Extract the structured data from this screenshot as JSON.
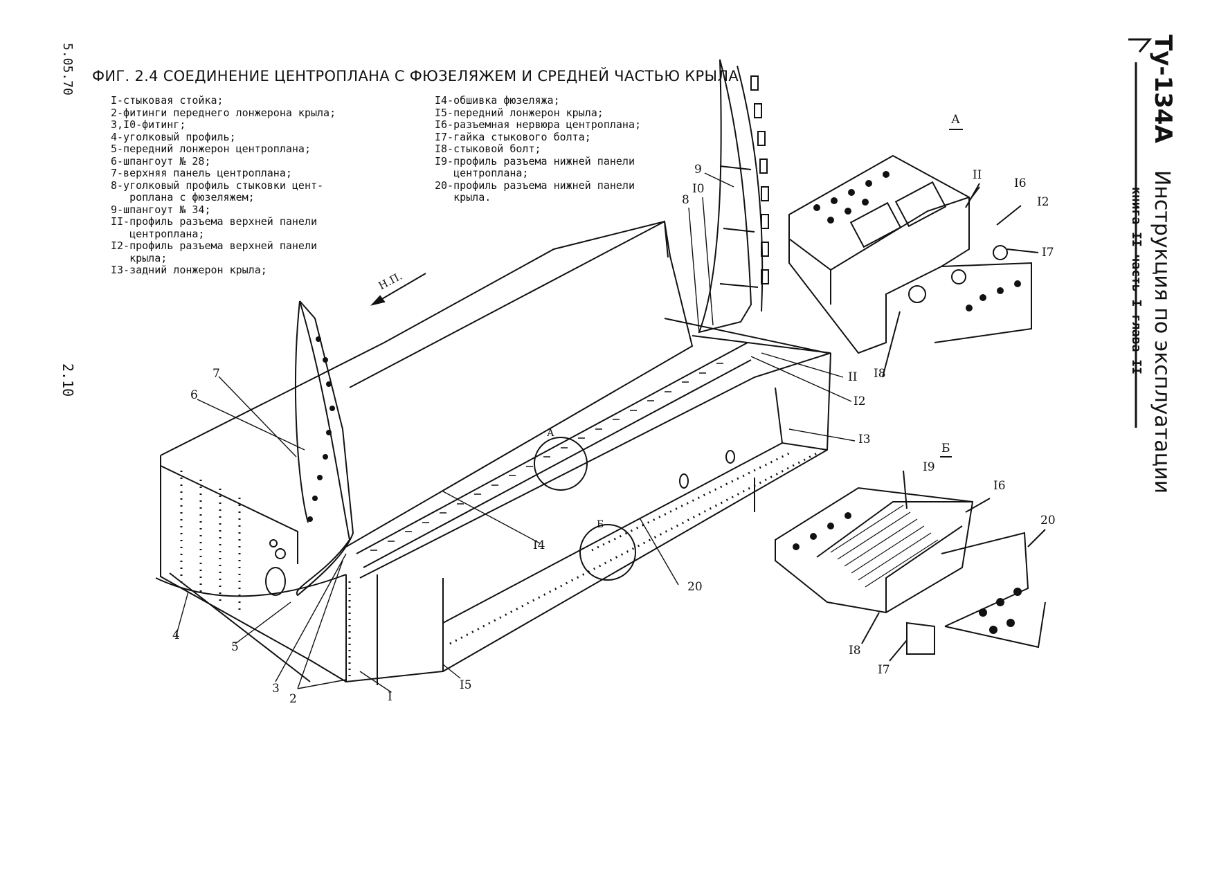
{
  "page": {
    "margin_date": "5.05.70",
    "page_number": "2.10",
    "title": "ФИГ. 2.4 СОЕДИНЕНИЕ ЦЕНТРОПЛАНА С ФЮЗЕЛЯЖЕМ И СРЕДНЕЙ ЧАСТЬЮ КРЫЛА",
    "doc_header": {
      "aircraft": "Ту-134А",
      "manual": "Инструкция по эксплуатации",
      "section": "книга II часть I глава II"
    }
  },
  "legend_left": [
    "I-стыковая стойка;",
    "2-фитинги переднего лонжерона крыла;",
    "3,I0-фитинг;",
    "4-уголковый профиль;",
    "5-передний лонжерон центроплана;",
    "6-шпангоут № 28;",
    "7-верхняя панель центроплана;",
    "8-уголковый профиль стыковки цент-",
    "   роплана с фюзеляжем;",
    "9-шпангоут № 34;",
    "II-профиль разъема верхней панели",
    "   центроплана;",
    "I2-профиль разъема верхней панели",
    "   крыла;",
    "I3-задний лонжерон крыла;"
  ],
  "legend_right": [
    "I4-обшивка фюзеляжа;",
    "I5-передний лонжерон крыла;",
    "I6-разъемная нервюра центроплана;",
    "I7-гайка стыкового болта;",
    "I8-стыковой болт;",
    "I9-профиль разъема нижней панели",
    "   центроплана;",
    "20-профиль разъема нижней панели",
    "   крыла."
  ],
  "diagram": {
    "flight_direction_label": "Н.П.",
    "detail_a_label": "А",
    "detail_b_label": "Б",
    "main_callouts": [
      "7",
      "6",
      "4",
      "5",
      "3",
      "2",
      "I",
      "I5",
      "I4",
      "20",
      "I3",
      "I2",
      "II",
      "8",
      "I0",
      "9",
      "А",
      "Б"
    ],
    "detail_a_callouts": [
      "II",
      "I6",
      "I2",
      "I7",
      "I8"
    ],
    "detail_b_callouts": [
      "I9",
      "I6",
      "20",
      "I8",
      "I7"
    ]
  }
}
